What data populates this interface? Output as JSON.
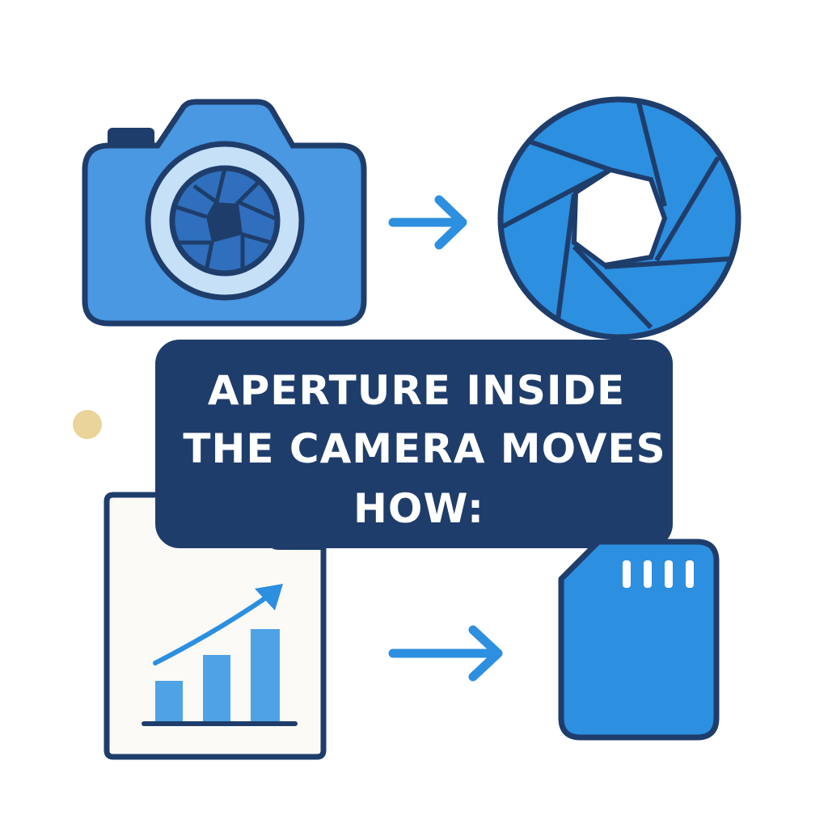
{
  "banner": {
    "line1": "APERTURE INSIDE",
    "line2": "THE CAMERA MOVES",
    "line3": "HOW:"
  },
  "colors": {
    "navy": "#1f3d6b",
    "blue": "#4a97e2",
    "bright_blue": "#2c8fe0",
    "light_blue": "#c6e0f8",
    "dot": "#ead49a",
    "paper": "#fbfaf6"
  },
  "icons": [
    "camera-icon",
    "arrow-right-icon",
    "aperture-icon",
    "document-chart-icon",
    "sd-card-icon"
  ]
}
